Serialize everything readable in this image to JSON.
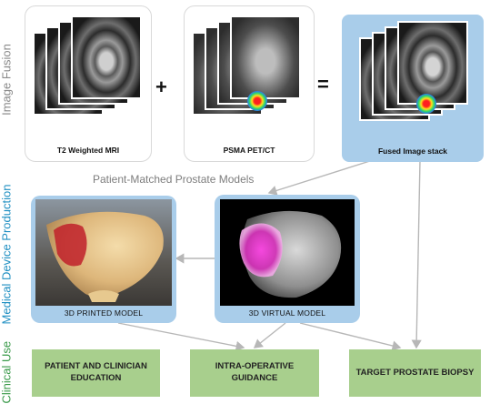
{
  "sections": {
    "image_fusion": "Image Fusion",
    "medical_device_production": "Medical Device Production",
    "clinical_use": "Clinical Use"
  },
  "fusion": {
    "mri_label": "T2 Weighted MRI",
    "pet_label": "PSMA PET/CT",
    "fused_label": "Fused Image stack",
    "plus": "+",
    "equals": "="
  },
  "models": {
    "heading": "Patient-Matched Prostate Models",
    "printed_label": "3D PRINTED MODEL",
    "virtual_label": "3D VIRTUAL MODEL"
  },
  "uses": {
    "education": "PATIENT AND CLINICIAN EDUCATION",
    "guidance": "INTRA-OPERATIVE GUIDANCE",
    "biopsy": "TARGET PROSTATE BIOPSY"
  },
  "colors": {
    "fusion_label": "#8a8a8a",
    "production_label": "#1f8fc2",
    "clinical_label": "#3a9a4a",
    "model_box": "#a9cdea",
    "use_box": "#a8cf8d",
    "arrow": "#b7b7b7"
  }
}
